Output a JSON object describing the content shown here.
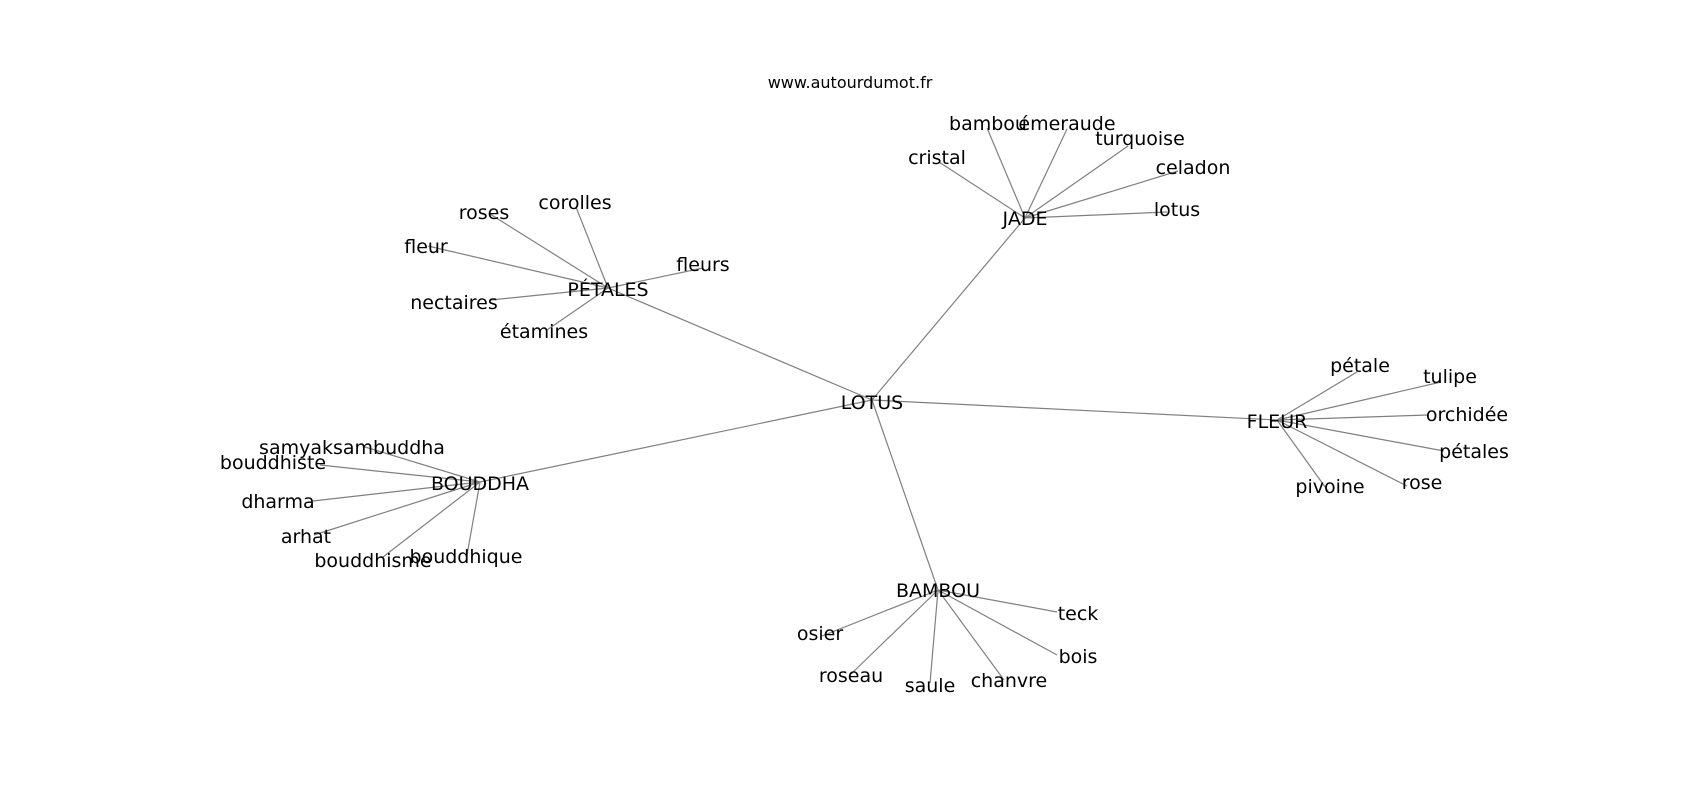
{
  "watermark": "www.autourdumot.fr",
  "colors": {
    "edge": "#808080",
    "text": "#000000",
    "background": "#ffffff"
  },
  "center": {
    "id": "lotus",
    "label": "LOTUS"
  },
  "hubs": [
    {
      "id": "petales_hub",
      "label": "PÉTALES",
      "leaves": [
        "roses",
        "corolles",
        "fleur",
        "fleurs",
        "nectaires",
        "étamines"
      ]
    },
    {
      "id": "jade",
      "label": "JADE",
      "leaves": [
        "bambou",
        "émeraude",
        "turquoise",
        "cristal",
        "celadon",
        "lotus"
      ]
    },
    {
      "id": "fleur_hub",
      "label": "FLEUR",
      "leaves": [
        "pétale",
        "tulipe",
        "orchidée",
        "pétales",
        "rose",
        "pivoine"
      ]
    },
    {
      "id": "bouddha",
      "label": "BOUDDHA",
      "leaves": [
        "samyaksambuddha",
        "bouddhiste",
        "dharma",
        "arhat",
        "bouddhisme",
        "bouddhique"
      ]
    },
    {
      "id": "bambou_hub",
      "label": "BAMBOU",
      "leaves": [
        "teck",
        "osier",
        "bois",
        "roseau",
        "saule",
        "chanvre"
      ]
    }
  ]
}
